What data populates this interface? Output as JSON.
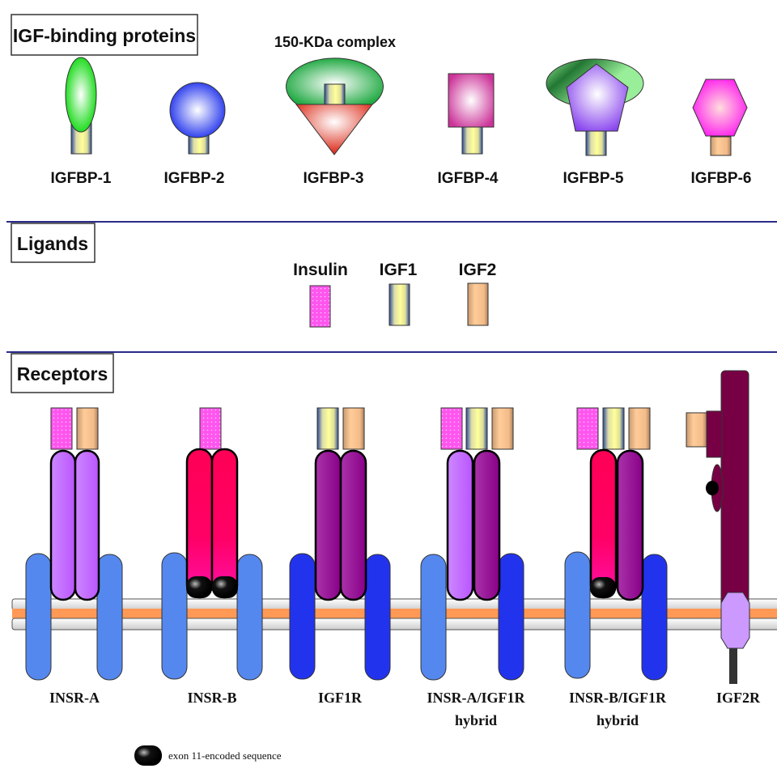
{
  "sections": {
    "binding_proteins": {
      "title": "IGF-binding proteins"
    },
    "ligands": {
      "title": "Ligands"
    },
    "receptors": {
      "title": "Receptors"
    }
  },
  "complex_label": "150-KDa complex",
  "igfbps": [
    {
      "label": "IGFBP-1",
      "shape": "ellipse",
      "color": "#22dd22",
      "bound_ligand": "IGF1"
    },
    {
      "label": "IGFBP-2",
      "shape": "circle",
      "color": "#3344ee",
      "bound_ligand": "IGF1"
    },
    {
      "label": "IGFBP-3",
      "shape": "triangle",
      "color": "#dd4433",
      "bound_ligand": "IGF1",
      "complex_color": "#22aa44"
    },
    {
      "label": "IGFBP-4",
      "shape": "square",
      "color": "#cc3399",
      "bound_ligand": "IGF1"
    },
    {
      "label": "IGFBP-5",
      "shape": "pentagon",
      "color": "#8844ee",
      "bound_ligand": "IGF1",
      "complex_color": "#44bb55"
    },
    {
      "label": "IGFBP-6",
      "shape": "hexagon",
      "color": "#ff22ee",
      "bound_ligand": "IGF2"
    }
  ],
  "ligands": [
    {
      "label": "Insulin",
      "color": "#ff55ee"
    },
    {
      "label": "IGF1",
      "color": "#ffff99"
    },
    {
      "label": "IGF2",
      "color": "#f2b888"
    }
  ],
  "receptors": [
    {
      "label_lines": [
        "INSR-A"
      ],
      "ligands": [
        "Insulin",
        "IGF2"
      ],
      "alpha": [
        "#bb66ff",
        "#bb66ff"
      ],
      "beta": [
        "#5588ee",
        "#5588ee"
      ],
      "exon11": [
        false,
        false
      ]
    },
    {
      "label_lines": [
        "INSR-B"
      ],
      "ligands": [
        "Insulin"
      ],
      "alpha": [
        "#ff0055",
        "#ff0055"
      ],
      "beta": [
        "#5588ee",
        "#5588ee"
      ],
      "exon11": [
        true,
        true
      ]
    },
    {
      "label_lines": [
        "IGF1R"
      ],
      "ligands": [
        "IGF1",
        "IGF2"
      ],
      "alpha": [
        "#991199",
        "#991199"
      ],
      "beta": [
        "#2233ee",
        "#2233ee"
      ],
      "exon11": [
        false,
        false
      ]
    },
    {
      "label_lines": [
        "INSR-A/IGF1R",
        "hybrid"
      ],
      "ligands": [
        "Insulin",
        "IGF1",
        "IGF2"
      ],
      "alpha": [
        "#bb66ff",
        "#991199"
      ],
      "beta": [
        "#5588ee",
        "#2233ee"
      ],
      "exon11": [
        false,
        false
      ]
    },
    {
      "label_lines": [
        "INSR-B/IGF1R",
        "hybrid"
      ],
      "ligands": [
        "Insulin",
        "IGF1",
        "IGF2"
      ],
      "alpha": [
        "#ff0055",
        "#991199"
      ],
      "beta": [
        "#5588ee",
        "#2233ee"
      ],
      "exon11": [
        true,
        false
      ]
    },
    {
      "label_lines": [
        "IGF2R"
      ],
      "ligands": [
        "IGF2"
      ],
      "color": "#770044",
      "tm_color": "#cc99ff"
    }
  ],
  "legend": {
    "label": "exon 11-encoded sequence",
    "icon": "black-capsule"
  },
  "colors": {
    "divider": "#2a2a88",
    "membrane_outer": "#eeeeee",
    "membrane_core": "#ff9955"
  }
}
